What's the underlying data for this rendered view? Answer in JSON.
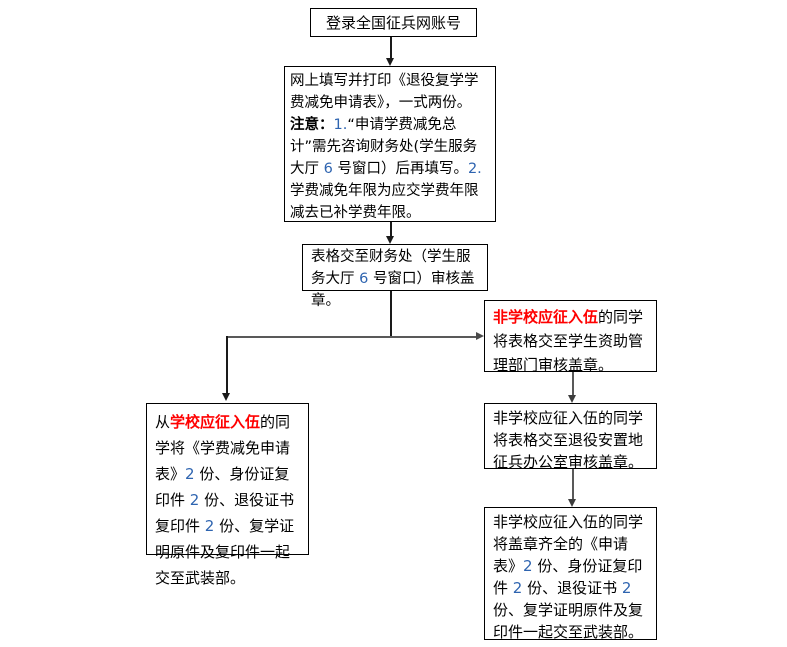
{
  "colors": {
    "highlight_red": "#ff0000",
    "digit_blue": "#2e64b0",
    "box_border": "#000000",
    "connector_black": "#1a1a1a",
    "connector_gray": "#595959",
    "background": "#ffffff"
  },
  "boxes": {
    "login": {
      "segments": [
        {
          "t": "登录全国征兵网账号",
          "s": "normal"
        }
      ]
    },
    "form": {
      "segments": [
        {
          "t": "网上填写并打印《退役复学学费减免申请表》，一式两份。\n",
          "s": "normal"
        },
        {
          "t": "注意：",
          "s": "bold"
        },
        {
          "t": "1.",
          "s": "num"
        },
        {
          "t": "“申请学费减免总计”需先咨询财务处(学生服务大厅 ",
          "s": "normal"
        },
        {
          "t": "6",
          "s": "num"
        },
        {
          "t": " 号窗口）后再填写。",
          "s": "normal"
        },
        {
          "t": "2.",
          "s": "num"
        },
        {
          "t": "学费减免年限为应交学费年限减去已补学费年限。",
          "s": "normal"
        }
      ]
    },
    "finance": {
      "segments": [
        {
          "t": "表格交至财务处（学生服务大厅 ",
          "s": "normal"
        },
        {
          "t": "6",
          "s": "num"
        },
        {
          "t": " 号窗口）审核盖章。",
          "s": "normal"
        }
      ]
    },
    "left_school": {
      "segments": [
        {
          "t": "从",
          "s": "normal"
        },
        {
          "t": "学校应征入伍",
          "s": "red"
        },
        {
          "t": "的同学将《学费减免申请表》",
          "s": "normal"
        },
        {
          "t": "2",
          "s": "num"
        },
        {
          "t": " 份、身份证复印件 ",
          "s": "normal"
        },
        {
          "t": "2",
          "s": "num"
        },
        {
          "t": " 份、退役证书复印件 ",
          "s": "normal"
        },
        {
          "t": "2",
          "s": "num"
        },
        {
          "t": " 份、复学证明原件及复印件一起交至武装部。",
          "s": "normal"
        }
      ]
    },
    "right_aid": {
      "segments": [
        {
          "t": "非学校应征入伍",
          "s": "red"
        },
        {
          "t": "的同学将表格交至学生资助管理部门审核盖章。",
          "s": "normal"
        }
      ]
    },
    "right_placement": {
      "segments": [
        {
          "t": "非学校应征入伍的同学将表格交至退役安置地征兵办公室审核盖章。",
          "s": "normal"
        }
      ]
    },
    "right_final": {
      "segments": [
        {
          "t": "非学校应征入伍的同学将盖章齐全的《申请表》",
          "s": "normal"
        },
        {
          "t": "2",
          "s": "num"
        },
        {
          "t": " 份、身份证复印件 ",
          "s": "normal"
        },
        {
          "t": "2",
          "s": "num"
        },
        {
          "t": " 份、退役证书 ",
          "s": "normal"
        },
        {
          "t": "2",
          "s": "num"
        },
        {
          "t": " 份、复学证明原件及复印件一起交至武装部。",
          "s": "normal"
        }
      ]
    }
  }
}
